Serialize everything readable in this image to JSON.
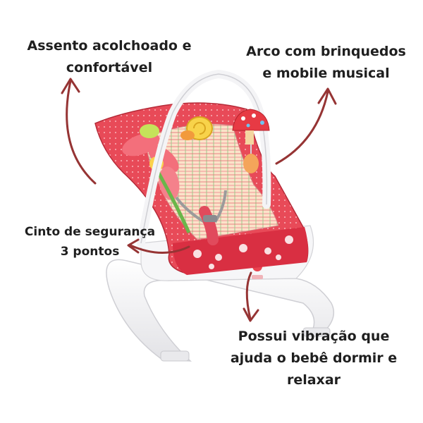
{
  "annotations": {
    "seat": {
      "line1": "Assento acolchoado e",
      "line2": "confortável"
    },
    "arch": {
      "line1": "Arco com brinquedos",
      "line2": "e mobile musical"
    },
    "belt": {
      "line1": "Cinto de segurança",
      "line2": "3 pontos"
    },
    "vibration": {
      "line1": "Possui vibração que",
      "line2": "ajuda o bebê dormir e",
      "line3": "relaxar"
    }
  },
  "colors": {
    "arrow": "#963434",
    "seat_red": "#e23d4e",
    "frame_white": "#f4f4f6"
  },
  "product": "baby-bouncer"
}
